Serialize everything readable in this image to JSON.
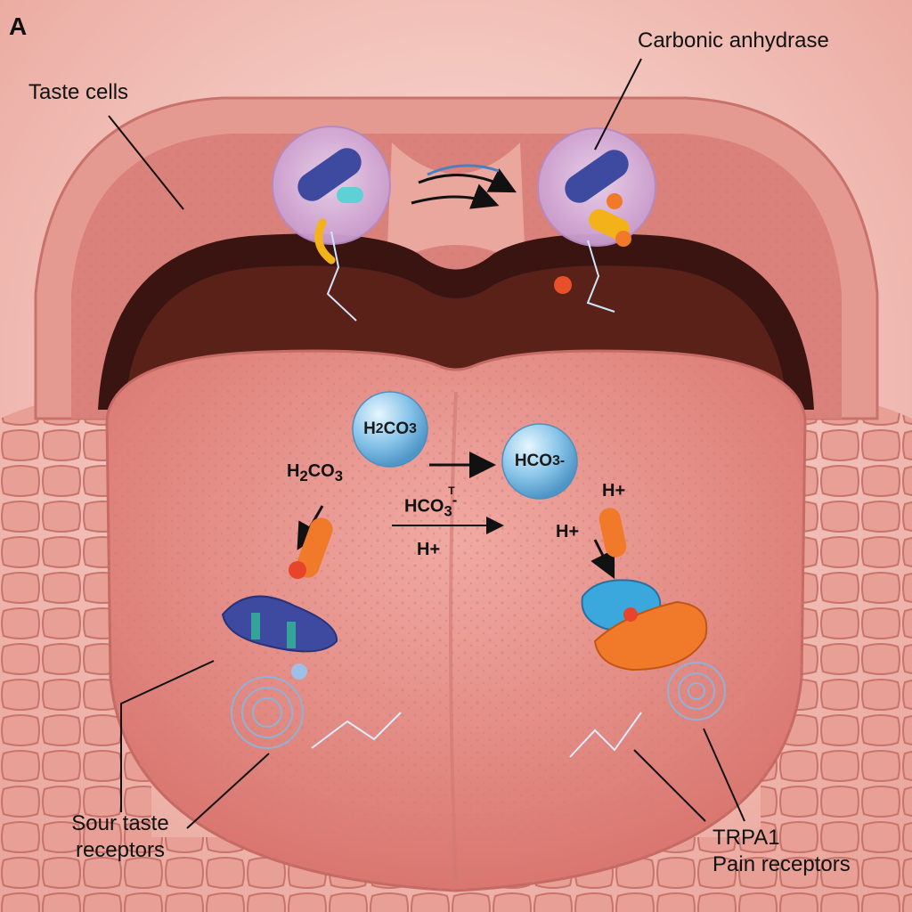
{
  "panel_letter": "A",
  "labels": {
    "taste_cells": "Taste cells",
    "carbonic_anhydrase": "Carbonic anhydrase",
    "sour_line1": "Sour taste",
    "sour_line2": "receptors",
    "trpa1_line1": "TRPA1",
    "trpa1_line2": "Pain receptors"
  },
  "molecules": {
    "sphere_left_base": "H",
    "sphere_left_sub": "2",
    "sphere_left_rest": "CO",
    "sphere_left_sub2": "3",
    "sphere_right_text": "HCO",
    "sphere_right_sub": "3",
    "sphere_right_sup": "-"
  },
  "reaction": {
    "h2co3_base": "H",
    "h2co3_sub": "2",
    "h2co3_rest": "CO",
    "h2co3_sub2": "3",
    "bicarb_base": "HCO",
    "bicarb_sub": "3",
    "bicarb_sup": "-",
    "bicarb_mark": "T",
    "proton_center": "H+",
    "proton_right_top": "H+",
    "proton_right_mid": "H+"
  },
  "colors": {
    "tissue": "#e9a79d",
    "tissue_dark": "#c9726b",
    "mouth_cavity": "#3a1410",
    "tongue": "#e58f8a",
    "sphere": "#8fc9ea",
    "receptor_blue": "#3d4aa0",
    "receptor_orange": "#f07a2a"
  }
}
